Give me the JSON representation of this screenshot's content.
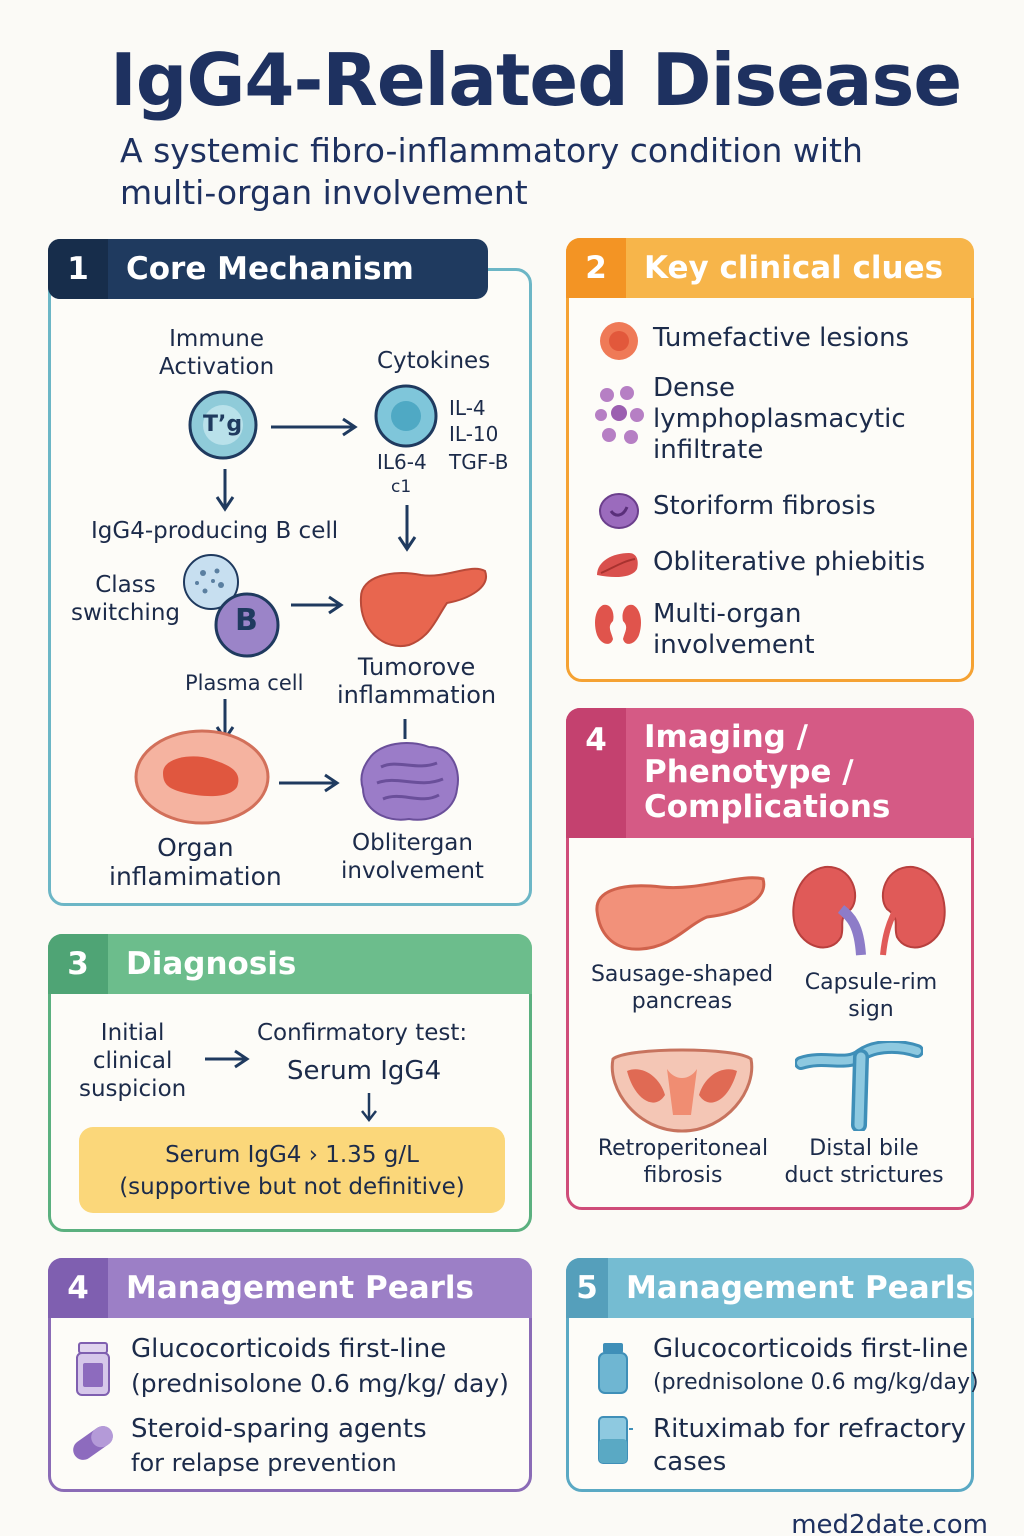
{
  "header": {
    "title": "IgG4-Related Disease",
    "subtitle": "A systemic fibro-inflammatory condition with multi-organ involvement"
  },
  "section1": {
    "num": "1",
    "title": "Core Mechanism",
    "immune_activation": "Immune\nActivation",
    "tcell_glyph": "T’g",
    "cytokines": "Cytokines",
    "cytokine_list_a": "IL-4\nIL-10",
    "cytokine_list_b": "TGF-B",
    "il_label": "IL6-4",
    "c1_label": "c1",
    "bcell_label": "IgG4-producing B cell",
    "class_switching": "Class\nswitching",
    "b_glyph": "B",
    "plasma_cell": "Plasma cell",
    "tumorove": "Tumorove\ninflammation",
    "organ_inflammation": "Organ\ninflamimation",
    "obliter": "Oblitergan\ninvolvement"
  },
  "section2": {
    "num": "2",
    "title": "Key clinical clues",
    "items": [
      "Tumefactive lesions",
      "Dense\nlymphoplasmacytic\ninfiltrate",
      "Storiform fibrosis",
      "Obliterative phiebitis",
      "Multi-organ\ninvolvement"
    ]
  },
  "section3": {
    "num": "3",
    "title": "Diagnosis",
    "initial": "Initial\nclinical\nsuspicion",
    "confirm": "Confirmatory test:",
    "serum": "Serum IgG4",
    "box_line1": "Serum IgG4 › 1.35 g/L",
    "box_line2": "(supportive but not definitive)"
  },
  "section4img": {
    "num": "4",
    "title": "Imaging /\nPhenotype /\nComplications",
    "items": [
      "Sausage-shaped\npancreas",
      "Capsule-rim\nsign",
      "Retroperitoneal\nfibrosis",
      "Distal bile\nduct strictures"
    ]
  },
  "section4mgmt": {
    "num": "4",
    "title": "Management Pearls",
    "item1_title": "Glucocorticoids first-line",
    "item1_sub": "(prednisolone 0.6 mg/kg/ day)",
    "item2_title": "Steroid-sparing agents",
    "item2_sub": "for relapse prevention"
  },
  "section5": {
    "num": "5",
    "title": "Management Pearls",
    "item1_title": "Glucocorticoids first-line",
    "item1_sub": "(prednisolone 0.6 mg/kg/day)",
    "item2_title": "Rituximab for refractory\ncases"
  },
  "footer": {
    "brand": "med2date.com"
  },
  "colors": {
    "navy": "#1f3a5f",
    "teal_border": "#6cb6c6",
    "orange": "#f5a233",
    "green": "#5bb07f",
    "magenta": "#cf4c79",
    "purple": "#8a6bb6",
    "blue": "#5aa9c4"
  }
}
